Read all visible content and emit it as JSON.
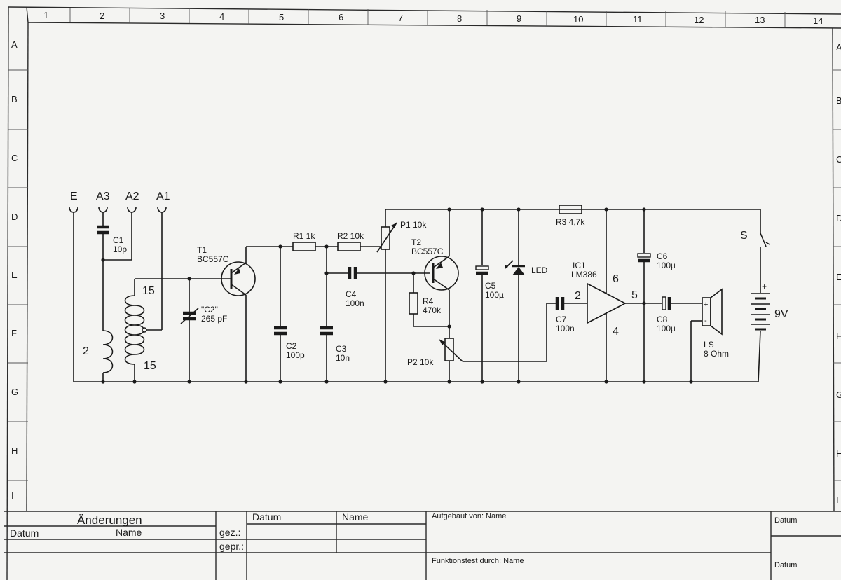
{
  "frame": {
    "columns": [
      "1",
      "2",
      "3",
      "4",
      "5",
      "6",
      "7",
      "8",
      "9",
      "10",
      "11",
      "12",
      "13",
      "14"
    ],
    "rows": [
      "A",
      "B",
      "C",
      "D",
      "E",
      "F",
      "G",
      "H",
      "I"
    ]
  },
  "schematic": {
    "antenna_terminals": [
      "E",
      "A3",
      "A2",
      "A1"
    ],
    "components": {
      "c1": {
        "name": "C1",
        "value": "10p"
      },
      "coil_l1": {
        "turns": "2"
      },
      "coil_l2": {
        "turns_top": "15",
        "turns_bottom": "15"
      },
      "c2v": {
        "name": "\"C2\"",
        "value": "265 pF"
      },
      "t1": {
        "name": "T1",
        "type": "BC557C"
      },
      "r1": "R1 1k",
      "r2": "R2 10k",
      "p1": "P1 10k",
      "c2": {
        "name": "C2",
        "value": "100p"
      },
      "c3": {
        "name": "C3",
        "value": "10n"
      },
      "c4": {
        "name": "C4",
        "value": "100n"
      },
      "t2": {
        "name": "T2",
        "type": "BC557C"
      },
      "r4": {
        "name": "R4",
        "value": "470k"
      },
      "p2": "P2 10k",
      "c5": {
        "name": "C5",
        "value": "100µ"
      },
      "led": "LED",
      "r3": "R3 4,7k",
      "ic1": {
        "name": "IC1",
        "type": "LM386",
        "pin_in": "2",
        "pin_vs": "6",
        "pin_out": "5",
        "pin_gnd": "4"
      },
      "c7": {
        "name": "C7",
        "value": "100n"
      },
      "c6": {
        "name": "C6",
        "value": "100µ"
      },
      "c8": {
        "name": "C8",
        "value": "100µ"
      },
      "ls": {
        "name": "LS",
        "value": "8 Ohm"
      },
      "switch": "S",
      "battery": {
        "voltage": "9V",
        "plus": "+"
      }
    }
  },
  "title_block": {
    "changes_title": "Änderungen",
    "datum": "Datum",
    "name": "Name",
    "gez": "gez.:",
    "gepr": "gepr.:",
    "datum_col": "Datum",
    "name_col": "Name",
    "built_by": "Aufgebaut von: Name",
    "tested_by": "Funktionstest durch: Name",
    "right_datum_top": "Datum",
    "right_datum_bottom": "Datum"
  }
}
